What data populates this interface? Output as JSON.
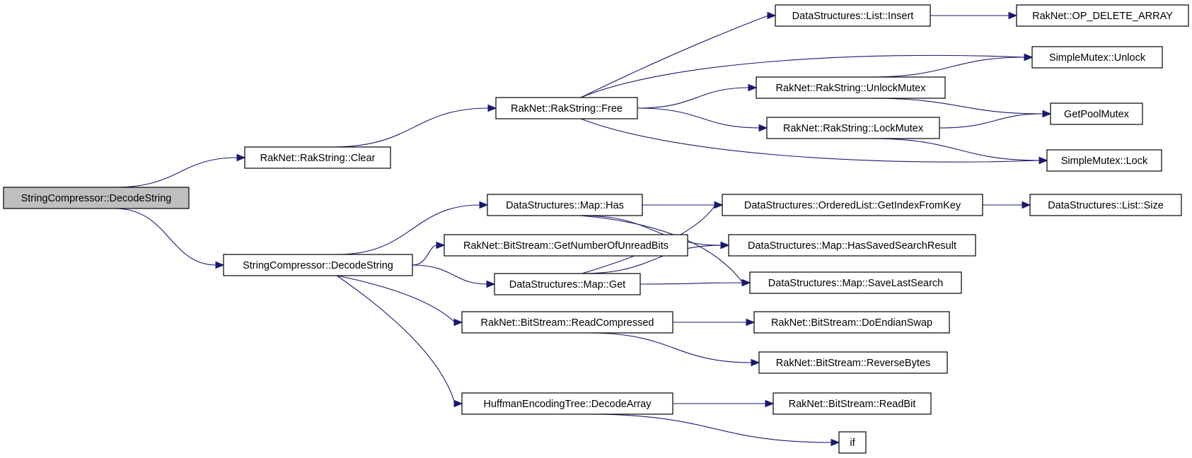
{
  "graph": {
    "colors": {
      "edge": "#191970",
      "root_fill": "#bfbfbf",
      "node_fill": "#ffffff",
      "border": "#000000"
    },
    "nodes": [
      {
        "id": "root",
        "label": "StringCompressor::DecodeString",
        "root": true
      },
      {
        "id": "clear",
        "label": "RakNet::RakString::Clear"
      },
      {
        "id": "decode",
        "label": "StringCompressor::DecodeString"
      },
      {
        "id": "free",
        "label": "RakNet::RakString::Free"
      },
      {
        "id": "list_insert",
        "label": "DataStructures::List::Insert"
      },
      {
        "id": "op_delete",
        "label": "RakNet::OP_DELETE_ARRAY"
      },
      {
        "id": "unlock",
        "label": "SimpleMutex::Unlock"
      },
      {
        "id": "unlockmutex",
        "label": "RakNet::RakString::UnlockMutex"
      },
      {
        "id": "poolmutex",
        "label": "GetPoolMutex"
      },
      {
        "id": "lockmutex",
        "label": "RakNet::RakString::LockMutex"
      },
      {
        "id": "lock",
        "label": "SimpleMutex::Lock"
      },
      {
        "id": "map_has",
        "label": "DataStructures::Map::Has"
      },
      {
        "id": "ol_getindex",
        "label": "DataStructures::OrderedList::GetIndexFromKey"
      },
      {
        "id": "list_size",
        "label": "DataStructures::List::Size"
      },
      {
        "id": "unreadbits",
        "label": "RakNet::BitStream::GetNumberOfUnreadBits"
      },
      {
        "id": "hassaved",
        "label": "DataStructures::Map::HasSavedSearchResult"
      },
      {
        "id": "map_get",
        "label": "DataStructures::Map::Get"
      },
      {
        "id": "savelast",
        "label": "DataStructures::Map::SaveLastSearch"
      },
      {
        "id": "readcomp",
        "label": "RakNet::BitStream::ReadCompressed"
      },
      {
        "id": "endianswap",
        "label": "RakNet::BitStream::DoEndianSwap"
      },
      {
        "id": "reversebytes",
        "label": "RakNet::BitStream::ReverseBytes"
      },
      {
        "id": "decodearray",
        "label": "HuffmanEncodingTree::DecodeArray"
      },
      {
        "id": "readbit",
        "label": "RakNet::BitStream::ReadBit"
      },
      {
        "id": "if_node",
        "label": "if"
      }
    ],
    "edges": [
      [
        "root",
        "clear"
      ],
      [
        "root",
        "decode"
      ],
      [
        "clear",
        "free"
      ],
      [
        "free",
        "list_insert"
      ],
      [
        "free",
        "unlock"
      ],
      [
        "free",
        "unlockmutex"
      ],
      [
        "free",
        "lockmutex"
      ],
      [
        "free",
        "lock"
      ],
      [
        "list_insert",
        "op_delete"
      ],
      [
        "unlockmutex",
        "unlock"
      ],
      [
        "unlockmutex",
        "poolmutex"
      ],
      [
        "lockmutex",
        "poolmutex"
      ],
      [
        "lockmutex",
        "lock"
      ],
      [
        "decode",
        "map_has"
      ],
      [
        "decode",
        "unreadbits"
      ],
      [
        "decode",
        "map_get"
      ],
      [
        "decode",
        "readcomp"
      ],
      [
        "decode",
        "decodearray"
      ],
      [
        "map_has",
        "ol_getindex"
      ],
      [
        "map_has",
        "hassaved"
      ],
      [
        "map_has",
        "savelast"
      ],
      [
        "ol_getindex",
        "list_size"
      ],
      [
        "map_get",
        "ol_getindex"
      ],
      [
        "map_get",
        "hassaved"
      ],
      [
        "map_get",
        "savelast"
      ],
      [
        "readcomp",
        "endianswap"
      ],
      [
        "readcomp",
        "reversebytes"
      ],
      [
        "decodearray",
        "readbit"
      ],
      [
        "decodearray",
        "if_node"
      ]
    ]
  }
}
